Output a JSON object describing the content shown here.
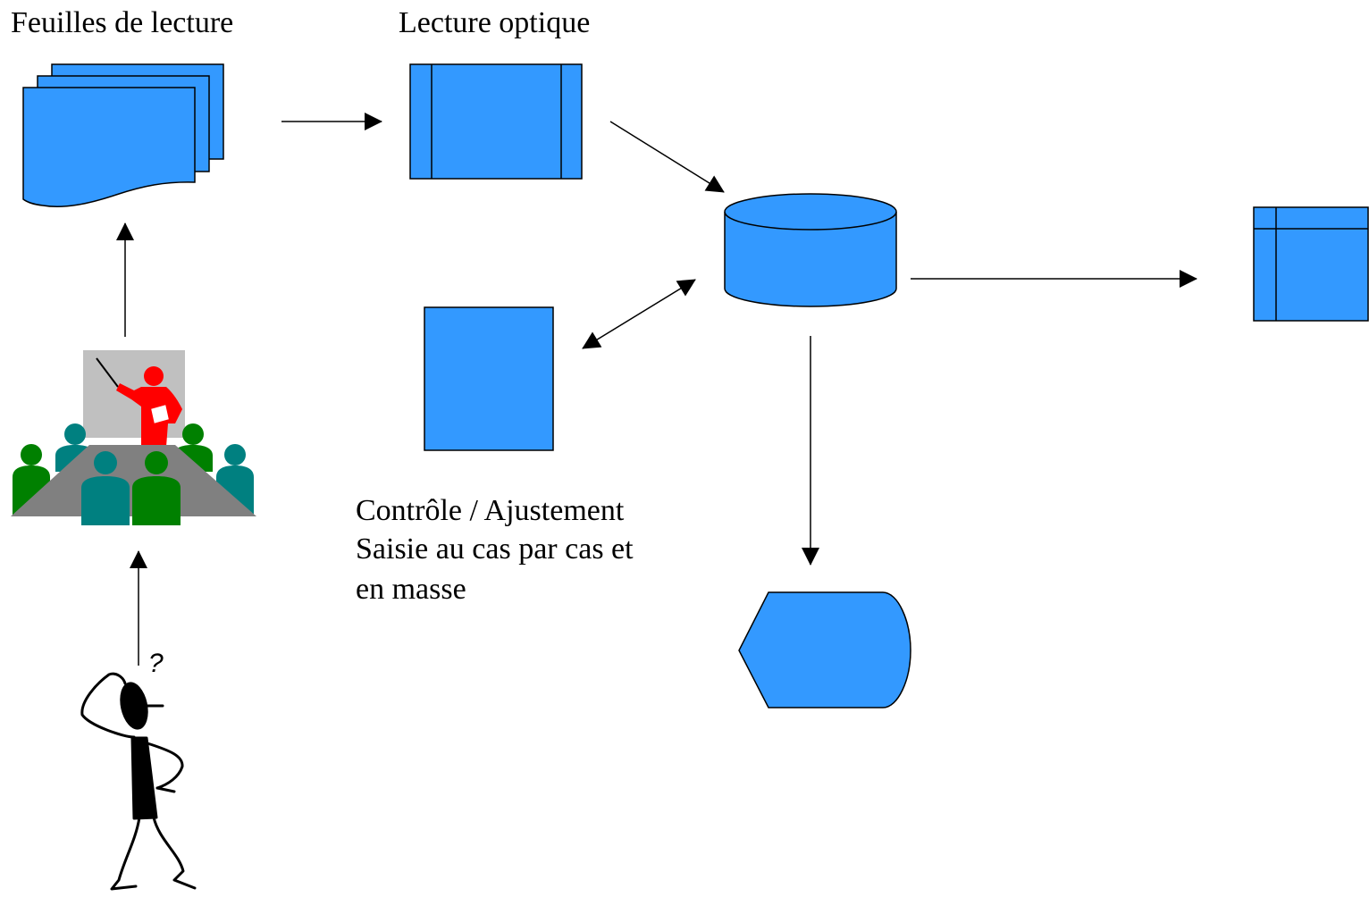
{
  "labels": {
    "reading_sheets": "Feuilles de lecture",
    "optical_reading": "Lecture optique",
    "control_line1": "Contrôle / Ajustement",
    "control_line2": "Saisie au cas par cas et",
    "control_line3": "en masse",
    "question_mark": "?"
  },
  "colors": {
    "shape_fill": "#3399FF",
    "line": "#000000",
    "presenter": "#FF0000",
    "attendee_teal": "#008080",
    "attendee_green": "#008000",
    "table": "#808080",
    "board": "#C0C0C0"
  },
  "icons": {
    "sheets": "multi-document-icon",
    "optical": "predefined-process-icon",
    "database": "database-cylinder-icon",
    "control": "manual-entry-box-icon",
    "output_table": "internal-storage-icon",
    "display": "display-shape-icon",
    "meeting": "meeting-presentation-icon",
    "thinker": "thinking-person-icon"
  }
}
